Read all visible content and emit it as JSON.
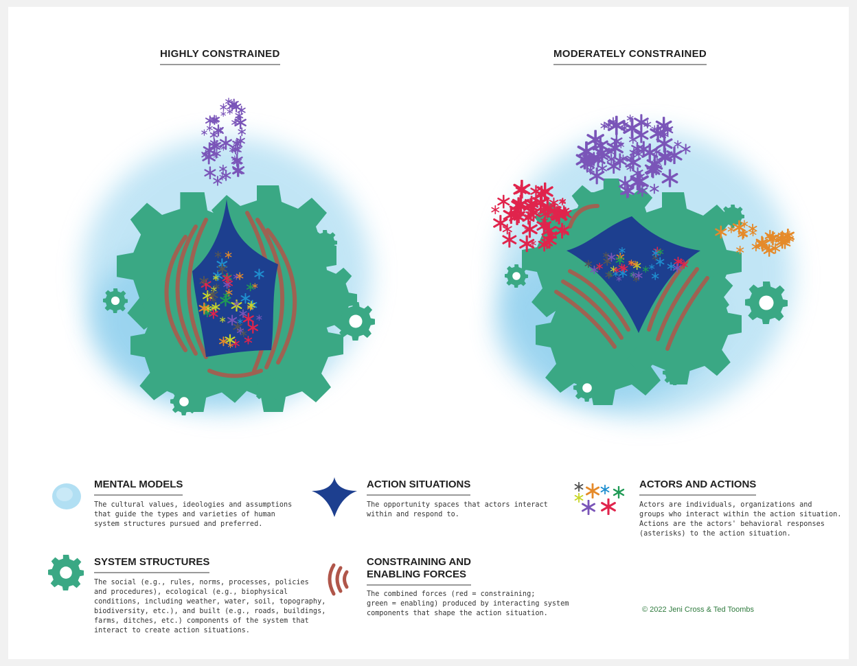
{
  "headings": {
    "left": "HIGHLY CONSTRAINED",
    "right": "MODERATELY CONSTRAINED"
  },
  "legend": {
    "mental_models": {
      "title": "MENTAL MODELS",
      "text": "The cultural values, ideologies and assumptions\nthat guide the types and varieties of human\nsystem structures pursued and preferred."
    },
    "action_situations": {
      "title": "ACTION SITUATIONS",
      "text": "The opportunity spaces that actors interact\nwithin and respond to."
    },
    "actors_and_actions": {
      "title": "ACTORS AND ACTIONS",
      "text": "Actors are individuals, organizations and\ngroups who interact within the action situation.\nActions are the actors' behavioral responses\n(asterisks) to the action situation."
    },
    "system_structures": {
      "title": "SYSTEM STRUCTURES",
      "text": "The social (e.g., rules, norms, processes, policies\nand procedures), ecological (e.g., biophysical\nconditions, including weather, water, soil, topography,\nbiodiversity, etc.), and built (e.g., roads, buildings,\nfarms, ditches, etc.) components of the system that\ninteract to create action situations."
    },
    "forces": {
      "title": "CONSTRAINING AND\nENABLING FORCES",
      "text": "The combined forces (red = constraining;\ngreen = enabling) produced by interacting system\ncomponents that shape the action situation."
    }
  },
  "copyright": "© 2022 Jeni Cross & Ted Toombs",
  "colors": {
    "mental_model_blue": "#7fc9ea",
    "gear_green": "#3aa884",
    "action_blue": "#1d3f8f",
    "force_red": "#b0564a",
    "actor_purple": "#7a55b8",
    "actor_red": "#e0244c",
    "actor_orange": "#e58a2a",
    "actor_green": "#1f9a55",
    "actor_cyan": "#1f8fd0",
    "actor_gray": "#555555"
  }
}
